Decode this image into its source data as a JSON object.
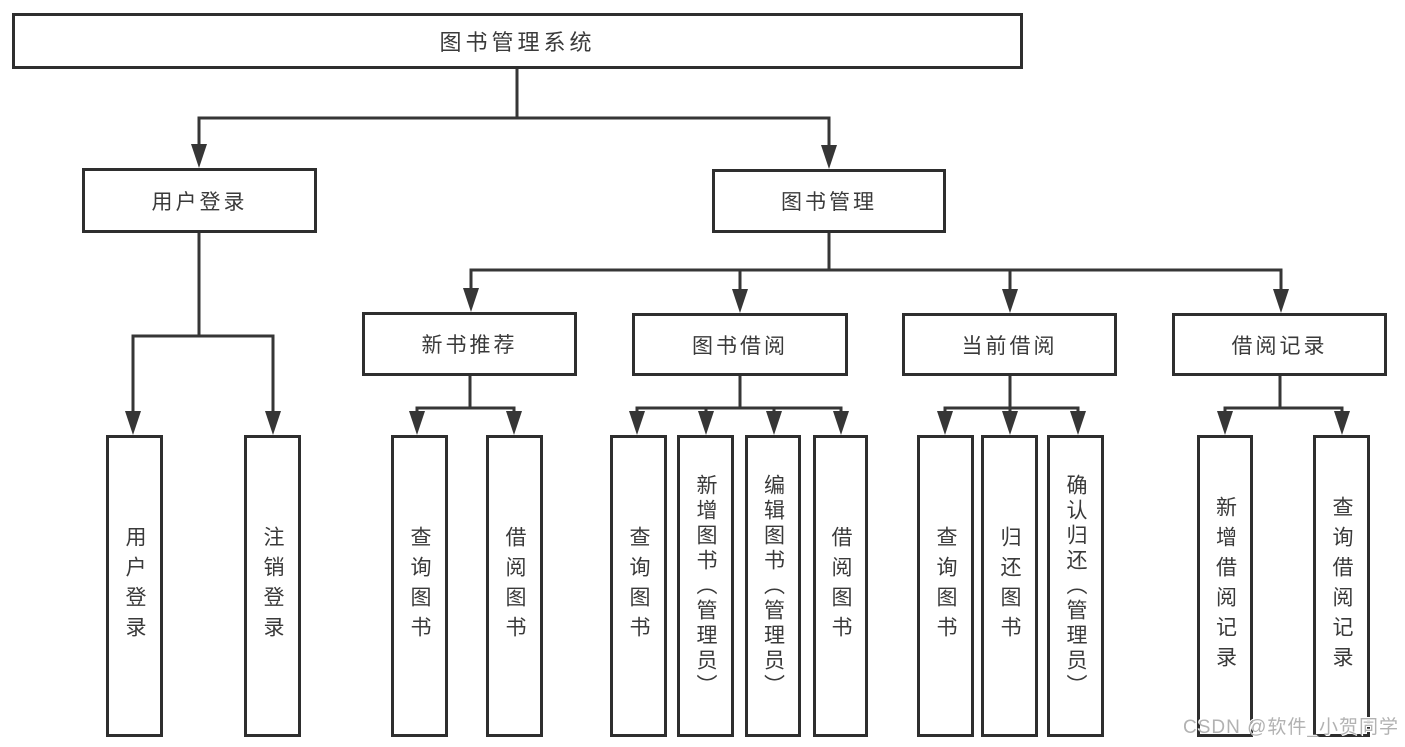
{
  "tree": {
    "label": "图书管理系统",
    "children": [
      {
        "label": "用户登录",
        "children": [
          {
            "label": "用户登录"
          },
          {
            "label": "注销登录"
          }
        ]
      },
      {
        "label": "图书管理",
        "children": [
          {
            "label": "新书推荐",
            "children": [
              {
                "label": "查询图书"
              },
              {
                "label": "借阅图书"
              }
            ]
          },
          {
            "label": "图书借阅",
            "children": [
              {
                "label": "查询图书"
              },
              {
                "label": "新增图书（管理员）"
              },
              {
                "label": "编辑图书（管理员）"
              },
              {
                "label": "借阅图书"
              }
            ]
          },
          {
            "label": "当前借阅",
            "children": [
              {
                "label": "查询图书"
              },
              {
                "label": "归还图书"
              },
              {
                "label": "确认归还（管理员）"
              }
            ]
          },
          {
            "label": "借阅记录",
            "children": [
              {
                "label": "新增借阅记录"
              },
              {
                "label": "查询借阅记录"
              }
            ]
          }
        ]
      }
    ]
  },
  "watermark": {
    "text": "CSDN @软件_小贺同学"
  },
  "colors": {
    "line": "#363636",
    "border": "#2e2e2e",
    "text": "#3a3a3a",
    "watermark": "#b2b2b2",
    "background": "#ffffff"
  }
}
